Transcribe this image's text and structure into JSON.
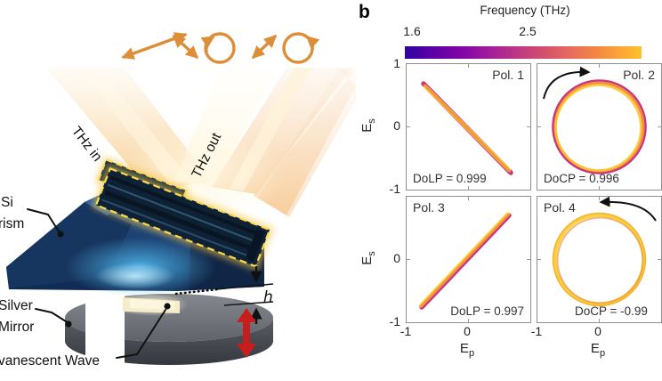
{
  "panel_a": {
    "labels": {
      "si_line1": "Si",
      "si_line2": "rism",
      "mirror_line1": "Silver",
      "mirror_line2": "Mirror",
      "evanescent": "vanescent Wave",
      "gap_height": "h",
      "thz_in": "THz in",
      "thz_out": "THz out"
    },
    "colors": {
      "polarization_arrows": "#dd8e38",
      "prism_dark_blue": "#16355f",
      "prism_glow_blue": "#5cc0f0",
      "metasurface_outline_yellow": "#ffd84d",
      "mirror_gray": "#6b6e74",
      "actuation_arrow_red": "#c81d1d",
      "beam_warm": "#f6c881"
    }
  },
  "panel_b": {
    "label": "b",
    "colorbar": {
      "title": "Frequency (THz)",
      "ticks": [
        "1.6",
        "2.5"
      ],
      "colormap": "plasma",
      "colors": [
        "#2f04a0",
        "#5d01a6",
        "#8405a7",
        "#a82296",
        "#c23c80",
        "#d5536b",
        "#e66c5c",
        "#f28443",
        "#fba238",
        "#fdc229"
      ]
    },
    "axes": {
      "y_symbol": "E",
      "y_subscript": "s",
      "x_symbol": "E",
      "x_subscript": "p",
      "y_ticks_top": [
        "1",
        "0",
        "-1"
      ],
      "y_ticks_bottom": [
        "0",
        "-1"
      ],
      "x_ticks": [
        "-1",
        "0"
      ]
    },
    "plots": [
      {
        "title": "Pol. 1",
        "annotation": "DoLP = 0.999"
      },
      {
        "title": "Pol. 2",
        "annotation": "DoCP = 0.996"
      },
      {
        "title": "Pol. 3",
        "annotation": "DoLP = 0.997"
      },
      {
        "title": "Pol. 4",
        "annotation": "DoCP = -0.99"
      }
    ]
  },
  "chart_data": [
    {
      "type": "line",
      "title": "Pol. 1",
      "xlabel": "Ep",
      "ylabel": "Es",
      "xlim": [
        -1,
        1
      ],
      "ylim": [
        -1,
        1
      ],
      "shape": "linear-polarization trace",
      "endpoints": [
        [
          -0.72,
          0.68
        ],
        [
          0.68,
          -0.72
        ]
      ],
      "annotation": "DoLP = 0.999",
      "series_note": "overlapping traces for frequencies 1.6-2.5+ THz, plasma colormap"
    },
    {
      "type": "line",
      "title": "Pol. 2",
      "xlabel": "Ep",
      "ylabel": "Es",
      "xlim": [
        -1,
        1
      ],
      "ylim": [
        -1,
        1
      ],
      "shape": "circle",
      "center": [
        0,
        0
      ],
      "radius": 0.73,
      "rotation": "clockwise arrow at top-left",
      "annotation": "DoCP = 0.996",
      "series_note": "overlapping traces for frequencies 1.6-2.5+ THz, plasma colormap"
    },
    {
      "type": "line",
      "title": "Pol. 3",
      "xlabel": "Ep",
      "ylabel": "Es",
      "xlim": [
        -1,
        1
      ],
      "ylim": [
        -1,
        1
      ],
      "shape": "linear-polarization trace",
      "endpoints": [
        [
          -0.76,
          -0.76
        ],
        [
          0.66,
          0.7
        ]
      ],
      "annotation": "DoLP = 0.997",
      "series_note": "overlapping traces for frequencies 1.6-2.5+ THz, plasma colormap"
    },
    {
      "type": "line",
      "title": "Pol. 4",
      "xlabel": "Ep",
      "ylabel": "Es",
      "xlim": [
        -1,
        1
      ],
      "ylim": [
        -1,
        1
      ],
      "shape": "circle",
      "center": [
        0,
        0
      ],
      "radius": 0.73,
      "rotation": "counterclockwise arrow at top-right",
      "annotation": "DoCP = -0.99",
      "series_note": "overlapping traces for frequencies 1.6-2.5+ THz, plasma colormap"
    },
    {
      "type": "colorbar",
      "title": "Frequency (THz)",
      "range_ticks": [
        1.6,
        2.5
      ],
      "colormap": "plasma",
      "orientation": "horizontal"
    }
  ]
}
